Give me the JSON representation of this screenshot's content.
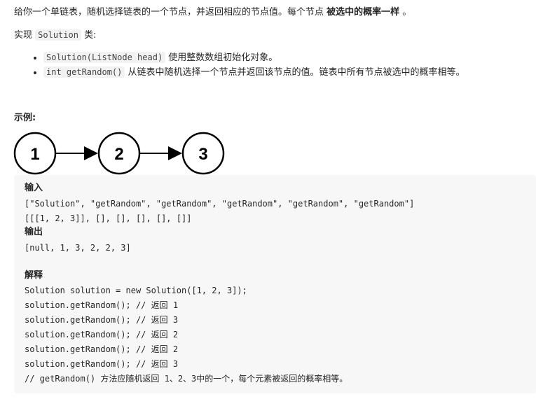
{
  "intro": {
    "text": "给你一个单链表，随机选择链表的一个节点，并返回相应的节点值。每个节点 ",
    "bold": "被选中的概率一样",
    "end": " 。"
  },
  "implement": {
    "prefix": "实现 ",
    "class_name": "Solution",
    "suffix": " 类:"
  },
  "methods": [
    {
      "code": "Solution(ListNode head)",
      "desc": " 使用整数数组初始化对象。"
    },
    {
      "code": "int getRandom()",
      "desc": " 从链表中随机选择一个节点并返回该节点的值。链表中所有节点被选中的概率相等。"
    }
  ],
  "example": {
    "title": "示例:",
    "nodes": [
      "1",
      "2",
      "3"
    ],
    "lines": [
      {
        "text": "输入",
        "bold": true
      },
      {
        "text": "[\"Solution\", \"getRandom\", \"getRandom\", \"getRandom\", \"getRandom\", \"getRandom\"]",
        "bold": false
      },
      {
        "text": "[[[1, 2, 3]], [], [], [], [], []]",
        "bold": false
      },
      {
        "text": "输出",
        "bold": true
      },
      {
        "text": "[null, 1, 3, 2, 2, 3]",
        "bold": false
      },
      {
        "text": "",
        "bold": false
      },
      {
        "text": "解释",
        "bold": true
      },
      {
        "text": "Solution solution = new Solution([1, 2, 3]);",
        "bold": false
      },
      {
        "text": "solution.getRandom(); // 返回 1",
        "bold": false
      },
      {
        "text": "solution.getRandom(); // 返回 3",
        "bold": false
      },
      {
        "text": "solution.getRandom(); // 返回 2",
        "bold": false
      },
      {
        "text": "solution.getRandom(); // 返回 2",
        "bold": false
      },
      {
        "text": "solution.getRandom(); // 返回 3",
        "bold": false
      },
      {
        "text": "// getRandom() 方法应随机返回 1、2、3中的一个，每个元素被返回的概率相等。",
        "bold": false
      }
    ]
  }
}
